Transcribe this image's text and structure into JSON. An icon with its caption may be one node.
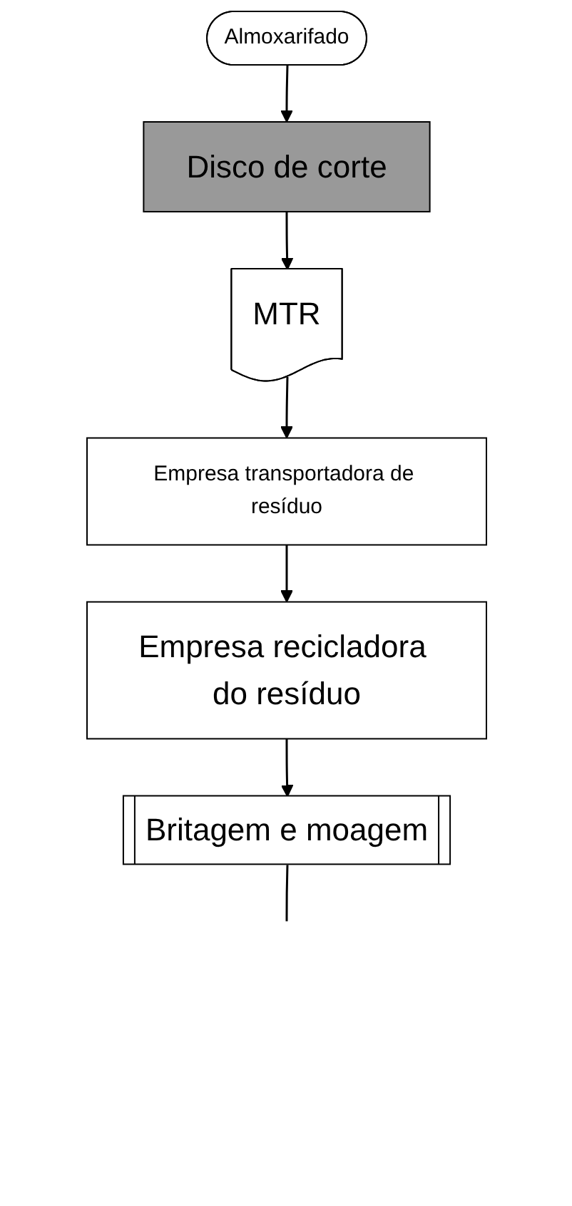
{
  "diagram": {
    "nodes": [
      {
        "text": [
          "Almoxarifado"
        ]
      },
      {
        "text": [
          "Disco de corte"
        ]
      },
      {
        "text": [
          "MTR"
        ]
      },
      {
        "text": [
          "Empresa transportadora de resíduo"
        ]
      },
      {
        "text": [
          "Empresa recicladora do resíduo"
        ]
      },
      {
        "text": [
          "Britagem e moagem"
        ]
      }
    ],
    "edges": [
      {
        "from": 0,
        "to": 1,
        "arrow": "to"
      },
      {
        "from": 1,
        "to": 2,
        "arrow": "to"
      },
      {
        "from": 2,
        "to": 3,
        "arrow": "to"
      },
      {
        "from": 3,
        "to": 4,
        "arrow": "to"
      },
      {
        "from": 4,
        "to": 5,
        "arrow": "to"
      },
      {
        "from": 5,
        "to": null,
        "arrow": "none"
      }
    ]
  }
}
